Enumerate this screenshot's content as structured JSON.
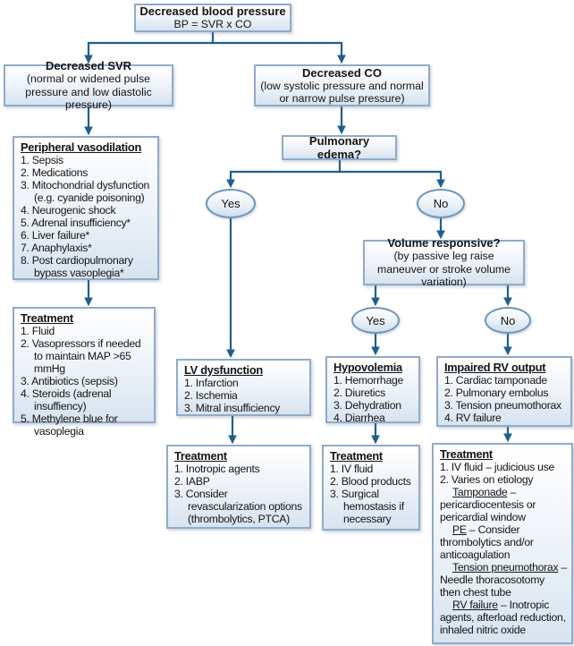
{
  "colors": {
    "line": "#1F5E90",
    "box_border": "#8FABC9",
    "ellipse_border": "#6D94BA",
    "box_fill_bottom": "#D7E3EF",
    "text": "#141414",
    "background": "#FFFFFF"
  },
  "labels": {
    "yes": "Yes",
    "no": "No"
  },
  "nodes": {
    "root": {
      "title": "Decreased blood pressure",
      "subtitle": "BP = SVR x CO"
    },
    "decreased_svr": {
      "title": "Decreased SVR",
      "subtitle": "(normal or widened pulse pressure and low diastolic pressure)"
    },
    "decreased_co": {
      "title": "Decreased CO",
      "subtitle": "(low systolic pressure and normal or narrow pulse pressure)"
    },
    "pulmonary_edema": {
      "title": "Pulmonary edema?"
    },
    "volume_responsive": {
      "title": "Volume responsive?",
      "subtitle": "(by passive leg raise maneuver or stroke volume variation)"
    },
    "peripheral_vasodilation": {
      "title": "Peripheral vasodilation",
      "items": [
        "Sepsis",
        "Medications",
        "Mitochondrial dysfunction (e.g. cyanide poisoning)",
        "Neurogenic shock",
        "Adrenal insufficiency*",
        "Liver failure*",
        "Anaphylaxis*",
        "Post cardiopulmonary bypass vasoplegia*"
      ]
    },
    "treatment_svr": {
      "title": "Treatment",
      "items": [
        "Fluid",
        "Vasopressors if needed to maintain MAP >65 mmHg",
        "Antibiotics (sepsis)",
        "Steroids (adrenal insuffiency)",
        "Methylene blue for vasoplegia"
      ]
    },
    "lv_dysfunction": {
      "title": "LV dysfunction",
      "items": [
        "Infarction",
        "Ischemia",
        "Mitral insufficiency"
      ]
    },
    "hypovolemia": {
      "title": "Hypovolemia",
      "items": [
        "Hemorrhage",
        "Diuretics",
        "Dehydration",
        "Diarrhea"
      ]
    },
    "impaired_rv_output": {
      "title": "Impaired RV output",
      "items": [
        "Cardiac tamponade",
        "Pulmonary embolus",
        "Tension pneumothorax",
        "RV failure"
      ]
    },
    "treatment_lv": {
      "title": "Treatment",
      "items": [
        "Inotropic agents",
        "IABP",
        "Consider revascularization options (thrombolytics, PTCA)"
      ]
    },
    "treatment_hypovolemia": {
      "title": "Treatment",
      "items": [
        "IV fluid",
        "Blood products",
        "Surgical hemostasis if necessary"
      ]
    },
    "treatment_rv": {
      "title": "Treatment",
      "items": [
        "IV fluid – judicious use",
        "Varies on etiology"
      ],
      "etiologies": [
        {
          "term": "Tamponade",
          "detail": " – pericardiocentesis or pericardial window"
        },
        {
          "term": "PE",
          "detail": " – Consider thrombolytics and/or anticoagulation"
        },
        {
          "term": "Tension pneumothorax",
          "detail": " – Needle thoracosotomy then chest tube"
        },
        {
          "term": "RV failure",
          "detail": " – Inotropic agents, afterload reduction, inhaled nitric oxide"
        }
      ]
    }
  }
}
